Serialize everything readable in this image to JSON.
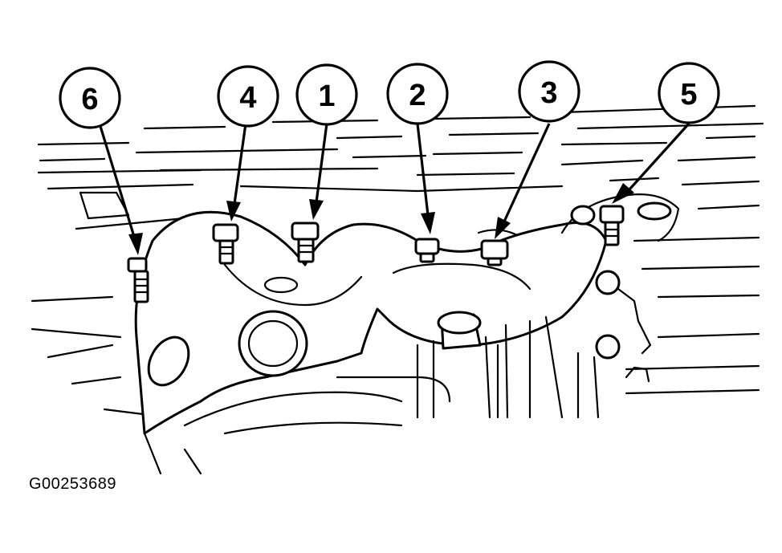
{
  "figure_id": "G00253689",
  "callouts": [
    {
      "label": "6"
    },
    {
      "label": "4"
    },
    {
      "label": "1"
    },
    {
      "label": "2"
    },
    {
      "label": "3"
    },
    {
      "label": "5"
    }
  ],
  "colors": {
    "ink": "#000000",
    "paper": "#ffffff"
  }
}
